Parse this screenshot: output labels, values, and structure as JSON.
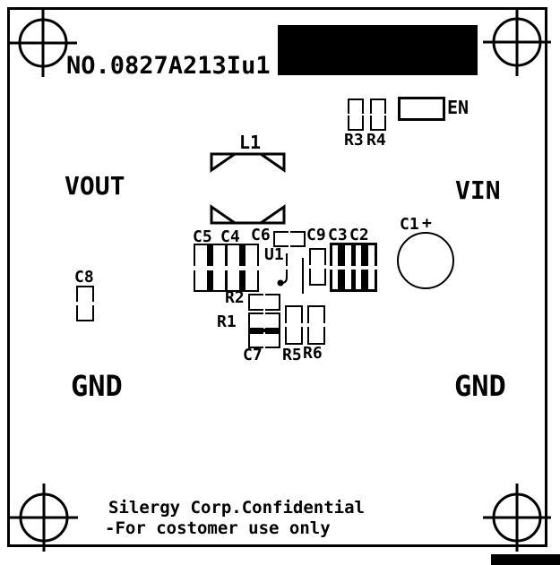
{
  "board": {
    "part_number": "NO.0827A213Iu1",
    "net_labels": {
      "vout": "VOUT",
      "vin": "VIN",
      "gnd_left": "GND",
      "gnd_right": "GND"
    },
    "components": {
      "l1": "L1",
      "r3": "R3",
      "r4": "R4",
      "en": "EN",
      "c5": "C5",
      "c4": "C4",
      "c6": "C6",
      "c9": "C9",
      "c3": "C3",
      "c2": "C2",
      "c1": "C1",
      "c1_polarity": "+",
      "c8": "C8",
      "u1": "U1",
      "r2": "R2",
      "r1": "R1",
      "c7": "C7",
      "r5": "R5",
      "r6": "R6"
    },
    "footer": {
      "line1": "Silergy Corp.Confidential",
      "line2": "-For costomer use only"
    },
    "colors": {
      "silkscreen": "#000000",
      "substrate": "#ffffff"
    }
  }
}
